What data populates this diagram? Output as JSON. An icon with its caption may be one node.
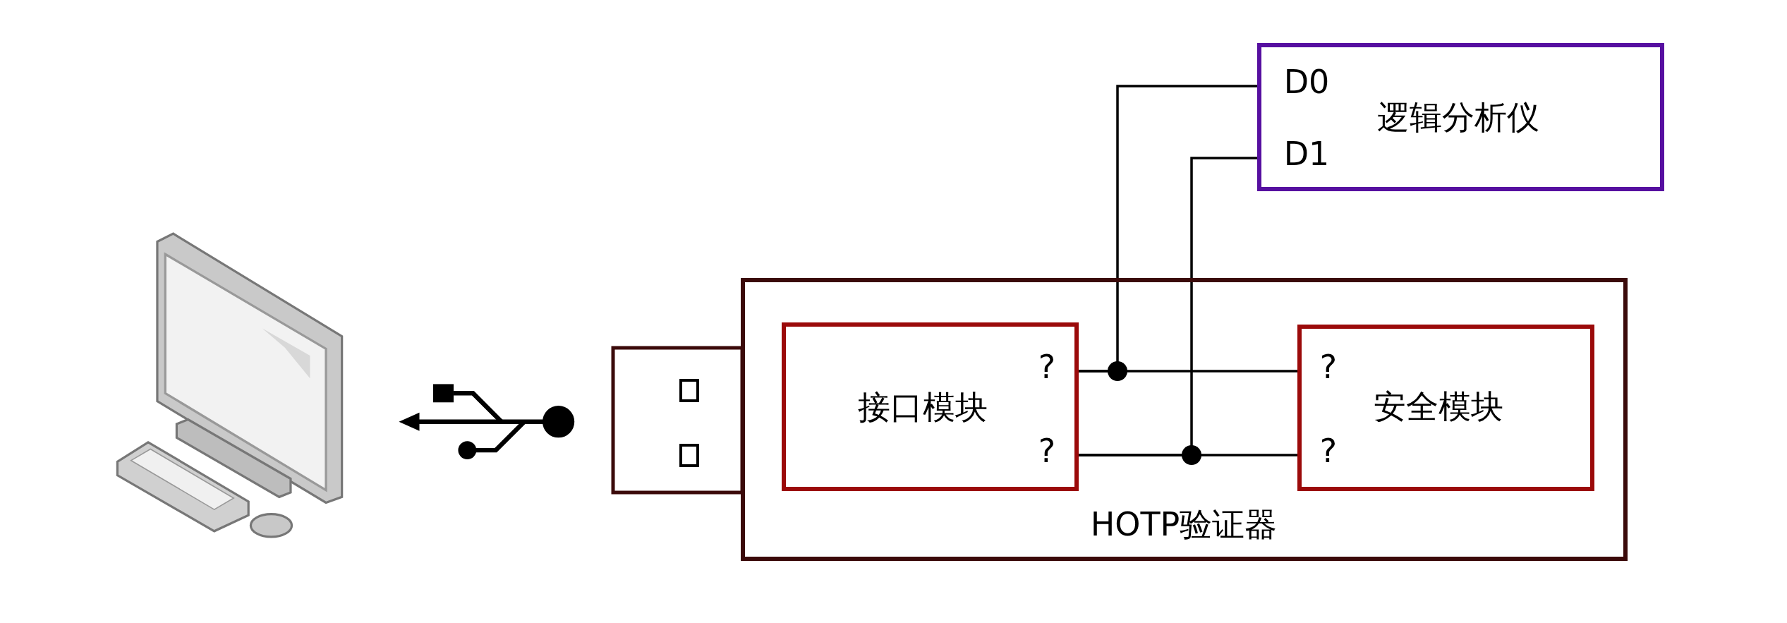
{
  "diagram": {
    "nodes": [
      {
        "text": [
          "HOTP验证器"
        ]
      },
      {
        "text": [
          "?",
          "接口模块",
          "?"
        ],
        "in": 0
      },
      {
        "text": [
          "?",
          "安全模块",
          "?"
        ],
        "in": 0
      },
      {
        "text": [
          "D0",
          "逻辑分析仪",
          "D1"
        ]
      }
    ],
    "edges": [
      {
        "from": 1,
        "to": 2,
        "arrow": "none"
      },
      {
        "from": 1,
        "to": 3,
        "arrow": "none"
      },
      {
        "from": 1,
        "to": 2,
        "arrow": "none"
      },
      {
        "from": 1,
        "to": 3,
        "arrow": "none"
      }
    ]
  }
}
